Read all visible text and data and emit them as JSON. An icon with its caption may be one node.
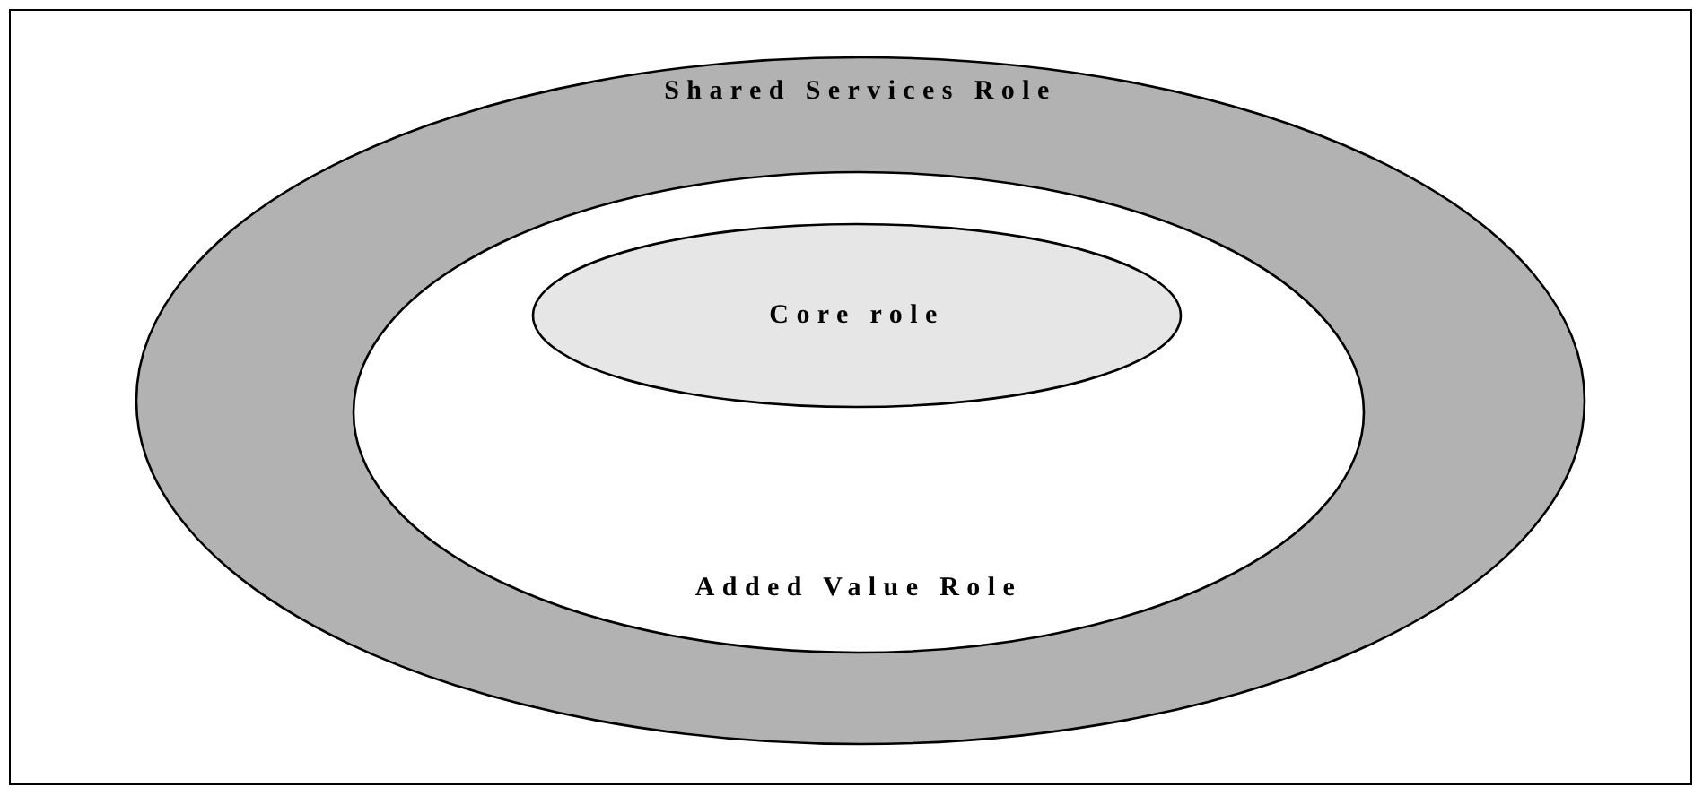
{
  "diagram": {
    "nodes": [
      {
        "text": [
          "Shared Services Role"
        ]
      },
      {
        "text": [
          "Added Value Role"
        ],
        "in": 0
      },
      {
        "text": [
          "Core role"
        ],
        "in": 1
      }
    ]
  }
}
